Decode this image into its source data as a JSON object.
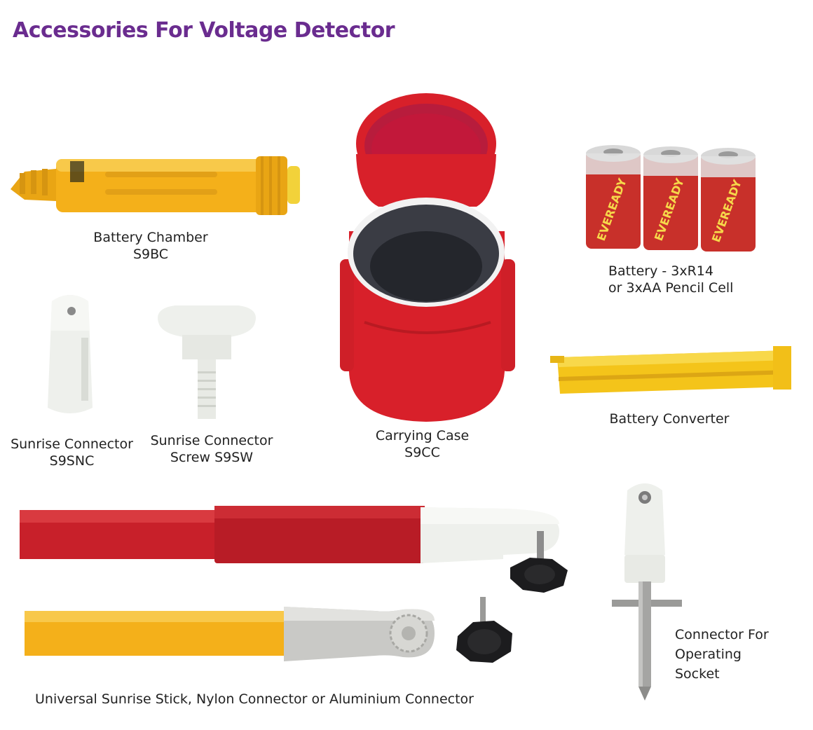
{
  "page_title": "Accessories For Voltage Detector",
  "items": {
    "battery_chamber": {
      "line1": "Battery Chamber",
      "line2": "S9BC"
    },
    "carrying_case": {
      "line1": "Carrying Case",
      "line2": "S9CC"
    },
    "battery": {
      "line1": "Battery - 3xR14",
      "line2": "or 3xAA Pencil Cell",
      "brand": "EVEREADY"
    },
    "sunrise_connector": {
      "line1": "Sunrise Connector",
      "line2": "S9SNC"
    },
    "sunrise_connector_screw": {
      "line1": "Sunrise Connector",
      "line2": "Screw S9SW"
    },
    "battery_converter": {
      "line1": "Battery Converter"
    },
    "universal_stick": {
      "line1": "Universal Sunrise Stick, Nylon Connector or Aluminium Connector"
    },
    "operating_socket_connector": {
      "line1": "Connector For",
      "line2": "Operating",
      "line3": "Socket"
    }
  },
  "colors": {
    "title": "#6a2c8f",
    "yellow": "#f4b01a",
    "red": "#d8202a",
    "stick_red": "#c8202a",
    "white_part": "#eef0ec"
  }
}
